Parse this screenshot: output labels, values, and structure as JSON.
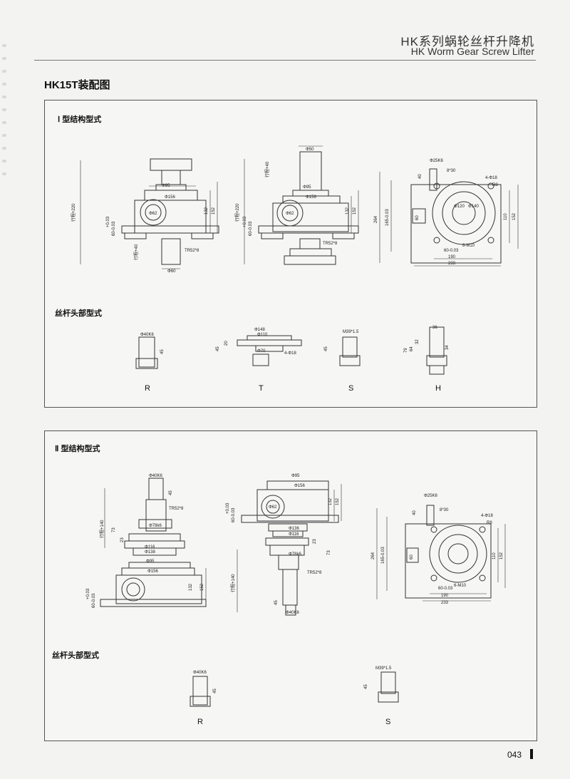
{
  "header": {
    "title_cn": "HK系列蜗轮丝杆升降机",
    "title_en": "HK Worm Gear Screw Lifter"
  },
  "page_title": "HK15T装配图",
  "section1": {
    "title": "Ⅰ 型结构型式",
    "view1": {
      "d_flange": "Φ95",
      "d_body": "Φ156",
      "stroke": "行程+220",
      "h132": "132",
      "h152": "152",
      "worm": "Φ62",
      "tol1": "+0.03",
      "tol2": "60-0.03",
      "stroke2": "行程+40",
      "thread": "TR52*8",
      "d60": "Φ60"
    },
    "view2": {
      "d50": "Φ50",
      "stroke40": "行程+40",
      "d95": "Φ95",
      "d156": "Φ156",
      "stroke": "行程+220",
      "h132": "132",
      "h152": "152",
      "worm": "Φ62",
      "tol1": "+0.03",
      "tol2": "60-0.03",
      "thread": "TR52*8"
    },
    "view3": {
      "shaft": "Φ25K6",
      "key": "8*30",
      "h40": "40",
      "holes": "4-Φ18",
      "r": "R8",
      "h264": "264",
      "tol": "165-0.03",
      "h110": "110",
      "h152": "152",
      "h60": "60",
      "bolts": "6-M10",
      "d60": "60-0.03",
      "w190": "190",
      "w233": "233",
      "d120": "Φ120",
      "d140": "Φ140"
    },
    "heads_title": "丝杆头部型式",
    "heads": [
      {
        "letter": "R",
        "dia": "Φ40K6",
        "h": "45"
      },
      {
        "letter": "T",
        "d148": "Φ148",
        "d110": "Φ110",
        "d70": "Φ70",
        "h45": "45",
        "h20": "20",
        "holes": "4-Φ18"
      },
      {
        "letter": "S",
        "thread": "M39*1.5",
        "h": "45"
      },
      {
        "letter": "H",
        "w36": "36",
        "h79": "79",
        "h64": "64",
        "h32": "32",
        "hs": "34"
      }
    ]
  },
  "section2": {
    "title": "Ⅱ 型结构型式",
    "view1": {
      "d40": "Φ40K6",
      "h45": "45",
      "stroke": "行程+140",
      "thread": "TR52*8",
      "d78": "Φ78k6",
      "h73": "73",
      "h23": "23",
      "d116": "Φ116",
      "d138": "Φ138",
      "d95": "Φ95",
      "d156": "Φ156",
      "h132": "132",
      "h152": "152",
      "tol1": "+0.03",
      "tol2": "60-0.03"
    },
    "view2": {
      "d95": "Φ95",
      "d156": "Φ156",
      "worm": "Φ62",
      "h132": "132",
      "h152": "152",
      "tol1": "+0.03",
      "tol2": "60-0.03",
      "d136": "Φ136",
      "d116": "Φ116",
      "d78": "Φ78k6",
      "h73": "73",
      "h23": "23",
      "stroke": "行程+140",
      "thread": "TR52*8",
      "h45": "45",
      "d40": "Φ40K6"
    },
    "view3": {
      "shaft": "Φ25K6",
      "key": "8*30",
      "h40": "40",
      "holes": "4-Φ18",
      "r": "R8",
      "h264": "264",
      "tol": "165-0.03",
      "h110": "110",
      "h152": "152",
      "h60": "60",
      "bolts": "6-M10",
      "d60": "60-0.03",
      "w190": "190",
      "w233": "233"
    },
    "heads_title": "丝杆头部型式",
    "heads": [
      {
        "letter": "R",
        "dia": "Φ40K6",
        "h": "45"
      },
      {
        "letter": "S",
        "thread": "M39*1.5",
        "h": "45"
      }
    ]
  },
  "footer": {
    "page_number": "043"
  }
}
